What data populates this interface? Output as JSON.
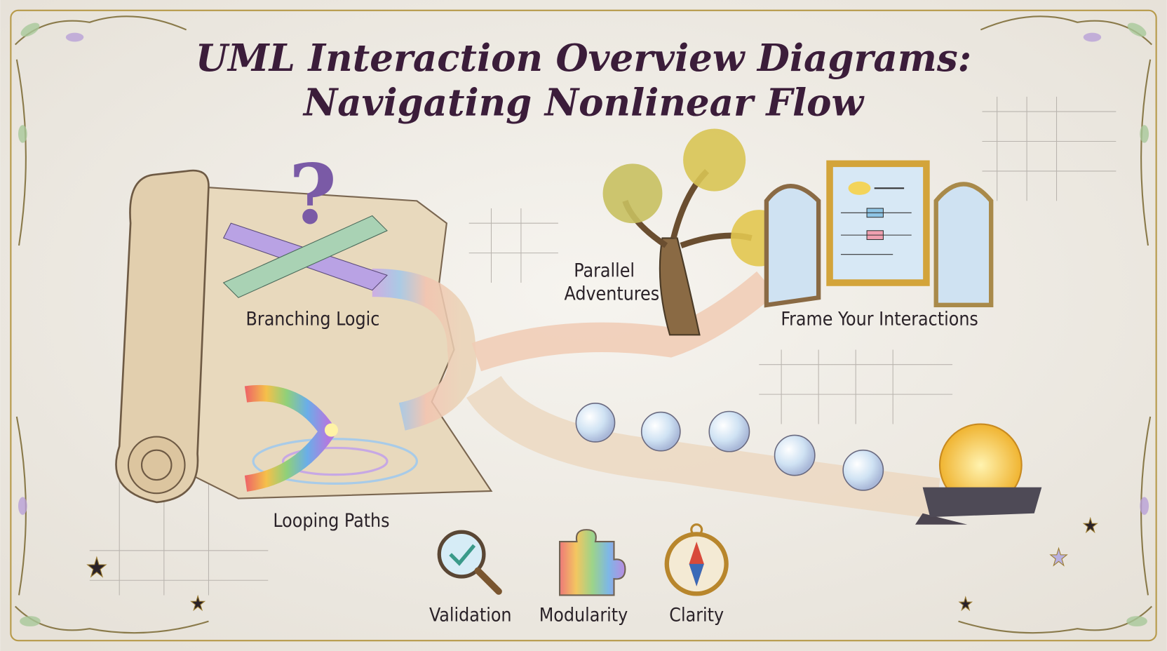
{
  "title": {
    "line1": "UML Interaction Overview Diagrams:",
    "line2": "Navigating Nonlinear Flow"
  },
  "labels": {
    "branching": "Branching Logic",
    "looping": "Looping Paths",
    "parallel_line1": "Parallel",
    "parallel_line2": "Adventures",
    "frame": "Frame Your Interactions"
  },
  "principles": [
    {
      "label": "Validation",
      "icon": "magnifier-check-icon"
    },
    {
      "label": "Modularity",
      "icon": "puzzle-piece-icon"
    },
    {
      "label": "Clarity",
      "icon": "compass-icon"
    }
  ],
  "colors": {
    "background": "#efece6",
    "title": "#3b1d3a",
    "parchment": "#e2cfae",
    "gold": "#d9a93a",
    "sun": "#f4c542"
  }
}
